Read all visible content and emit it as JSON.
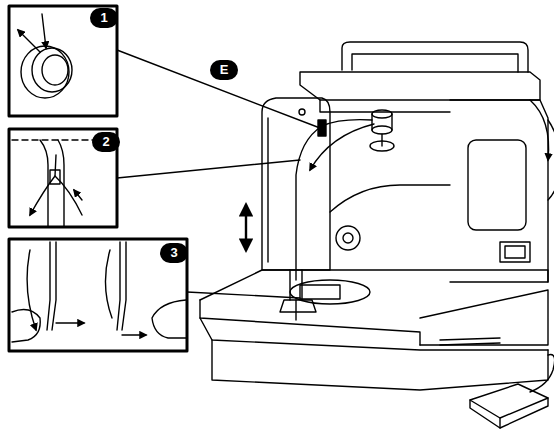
{
  "diagram": {
    "labels": [
      "1",
      "2",
      "3",
      "E"
    ]
  }
}
